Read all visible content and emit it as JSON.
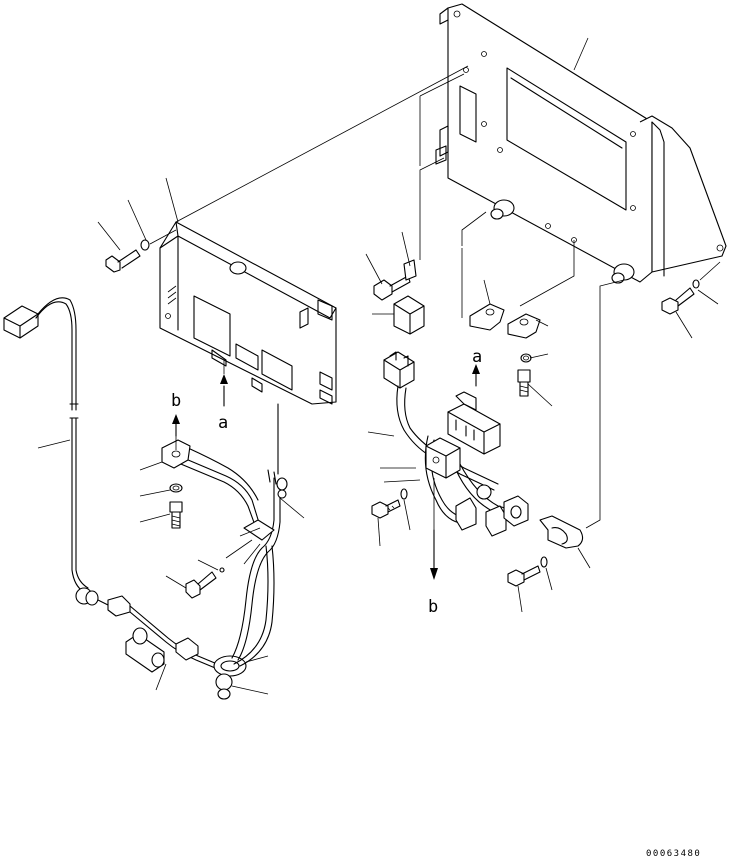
{
  "labels": {
    "view_a_top": "a",
    "view_b_top": "b",
    "view_a_bottom": "a",
    "view_b_bottom": "b"
  },
  "drawing_number": "00063480"
}
